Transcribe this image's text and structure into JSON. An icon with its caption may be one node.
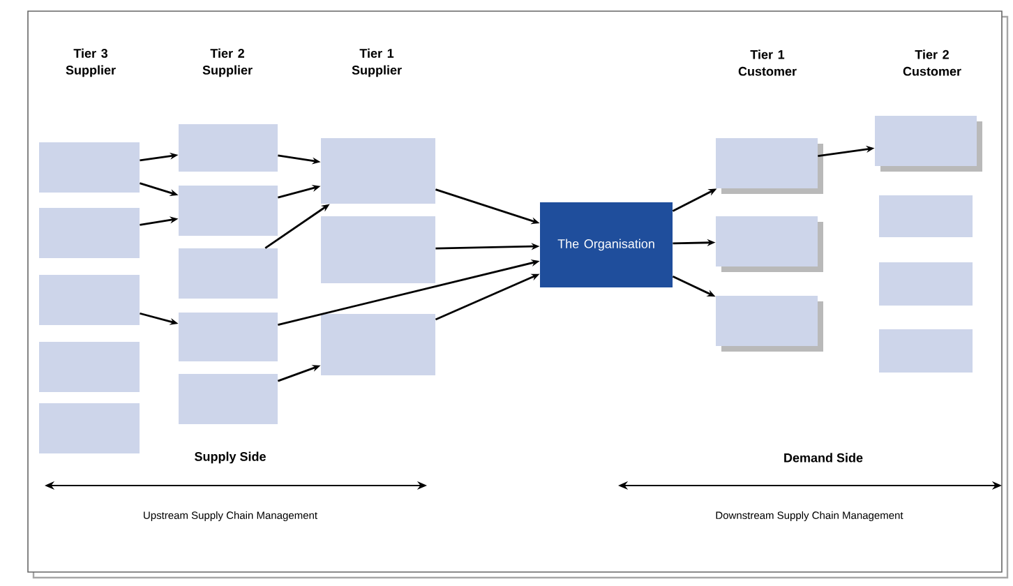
{
  "diagram": {
    "nodes": [
      {
        "text": [],
        "shape": "box"
      },
      {
        "text": [],
        "shape": "box"
      },
      {
        "text": [],
        "shape": "box"
      },
      {
        "text": [],
        "shape": "box"
      },
      {
        "text": [],
        "shape": "box"
      },
      {
        "text": [],
        "shape": "box"
      },
      {
        "text": [],
        "shape": "box"
      },
      {
        "text": [],
        "shape": "box"
      },
      {
        "text": [],
        "shape": "box"
      },
      {
        "text": [],
        "shape": "box"
      },
      {
        "text": [],
        "shape": "box"
      },
      {
        "text": [],
        "shape": "box"
      },
      {
        "text": [],
        "shape": "box"
      },
      {
        "text": [
          "The Organisation"
        ]
      },
      {
        "text": [],
        "shape": "box"
      },
      {
        "text": [],
        "shape": "box"
      },
      {
        "text": [],
        "shape": "box"
      },
      {
        "text": [],
        "shape": "box"
      },
      {
        "text": [],
        "shape": "box"
      },
      {
        "text": [],
        "shape": "box"
      },
      {
        "text": [],
        "shape": "box"
      }
    ],
    "edges": [
      {
        "from": 0,
        "to": 5,
        "arrow": "to"
      },
      {
        "from": 0,
        "to": 6,
        "arrow": "to"
      },
      {
        "from": 1,
        "to": 6,
        "arrow": "to"
      },
      {
        "from": 2,
        "to": 8,
        "arrow": "to"
      },
      {
        "from": 5,
        "to": 10,
        "arrow": "to"
      },
      {
        "from": 6,
        "to": 10,
        "arrow": "to"
      },
      {
        "from": 7,
        "to": 10,
        "arrow": "to"
      },
      {
        "from": 8,
        "to": 13,
        "arrow": "to"
      },
      {
        "from": 9,
        "to": 12,
        "arrow": "to"
      },
      {
        "from": 10,
        "to": 13,
        "arrow": "to"
      },
      {
        "from": 11,
        "to": 13,
        "arrow": "to"
      },
      {
        "from": 12,
        "to": 13,
        "arrow": "to"
      },
      {
        "from": 13,
        "to": 14,
        "arrow": "to"
      },
      {
        "from": 13,
        "to": 15,
        "arrow": "to"
      },
      {
        "from": 13,
        "to": 16,
        "arrow": "to"
      },
      {
        "from": 14,
        "to": 17,
        "arrow": "to"
      }
    ],
    "labels": [
      "Tier 3 Supplier",
      "Tier 2 Supplier",
      "Tier 1 Supplier",
      "Tier 1 Customer",
      "Tier 2 Customer",
      "Supply Side",
      "Demand Side",
      "Upstream Supply Chain Management",
      "Downstream Supply Chain Management"
    ]
  }
}
